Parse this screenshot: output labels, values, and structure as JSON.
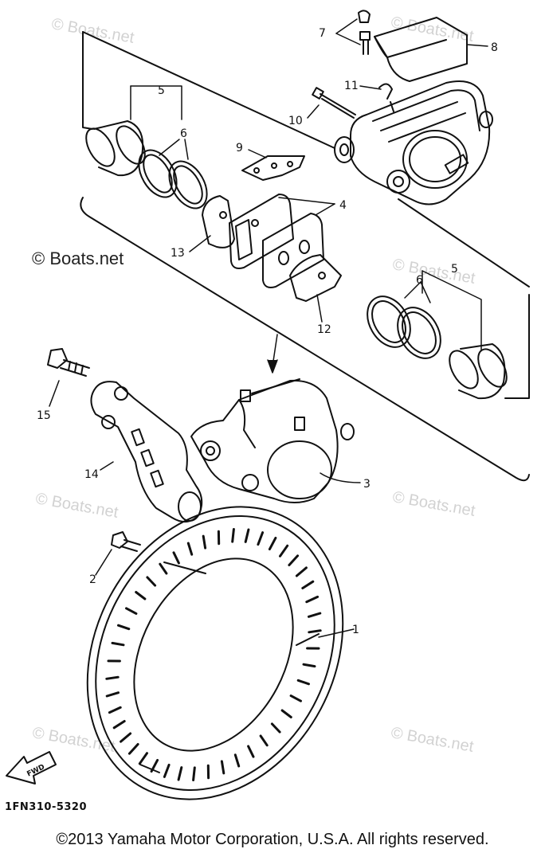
{
  "watermark": "© Boats.net",
  "fwd_label": "FWD",
  "drawing_code": "1FN310-5320",
  "copyright": "©2013 Yamaha Motor Corporation, U.S.A. All rights reserved.",
  "callouts": {
    "disc": "1",
    "bolt_disc": "2",
    "caliper_assembly": "3",
    "pad_kit": "4",
    "piston_top": "5",
    "seal_top": "6",
    "bleed_screw": "7",
    "caliper_cover": "8",
    "pad_spring": "9",
    "pad_pin": "10",
    "clip": "11",
    "shim": "12",
    "pad_insulator": "13",
    "caliper_bracket": "14",
    "bolt_bracket": "15",
    "piston_bottom": "5",
    "seal_bottom": "6"
  },
  "colors": {
    "line": "#111111",
    "watermark": "#d2d2d2",
    "background": "#ffffff"
  }
}
